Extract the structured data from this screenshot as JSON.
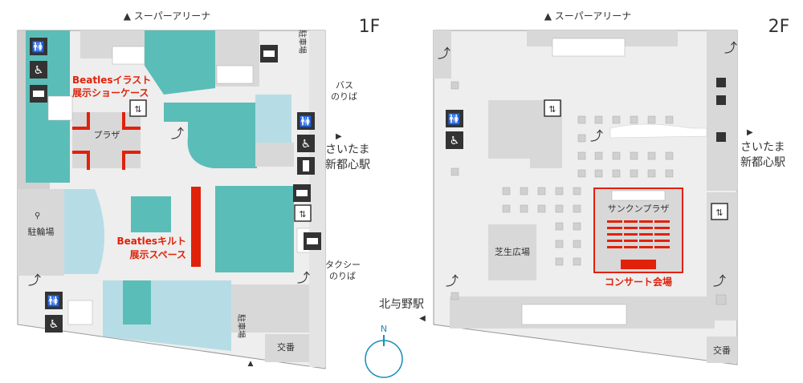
{
  "floor1": {
    "label": "1F",
    "north_arena": "▲ スーパーアリーナ",
    "bus": [
      "バス",
      "のりば"
    ],
    "station_east": [
      "▶",
      "さいたま",
      "新都心駅"
    ],
    "taxi": [
      "タクシー",
      "のりば"
    ],
    "plaza": "プラザ",
    "parking_bike": "駐輪場",
    "parking_car_top": "駐車場",
    "parking_car_bottom": "駐車場",
    "police": "交番",
    "event_illust": [
      "Beatlesイラスト",
      "展示ショーケース"
    ],
    "event_quilt": [
      "Beatlesキルト",
      "展示スペース"
    ],
    "south_arrow": "▲"
  },
  "floor2": {
    "label": "2F",
    "north_arena": "▲ スーパーアリーナ",
    "station_east": [
      "▶",
      "さいたま",
      "新都心駅"
    ],
    "station_west": "北与野駅",
    "west_arrow": "◀",
    "lawn": "芝生広場",
    "sunken_plaza": "サンクンプラザ",
    "concert": "コンサート会場",
    "police": "交番"
  },
  "compass": {
    "label": "N"
  },
  "colors": {
    "teal": "#5bbdb7",
    "light_blue": "#b6dde6",
    "grey": "#d8d8d8",
    "dark_grey": "#bdbdbd",
    "red": "#e0220a",
    "icon_bg": "#333333",
    "compass": "#1a8fb8"
  }
}
